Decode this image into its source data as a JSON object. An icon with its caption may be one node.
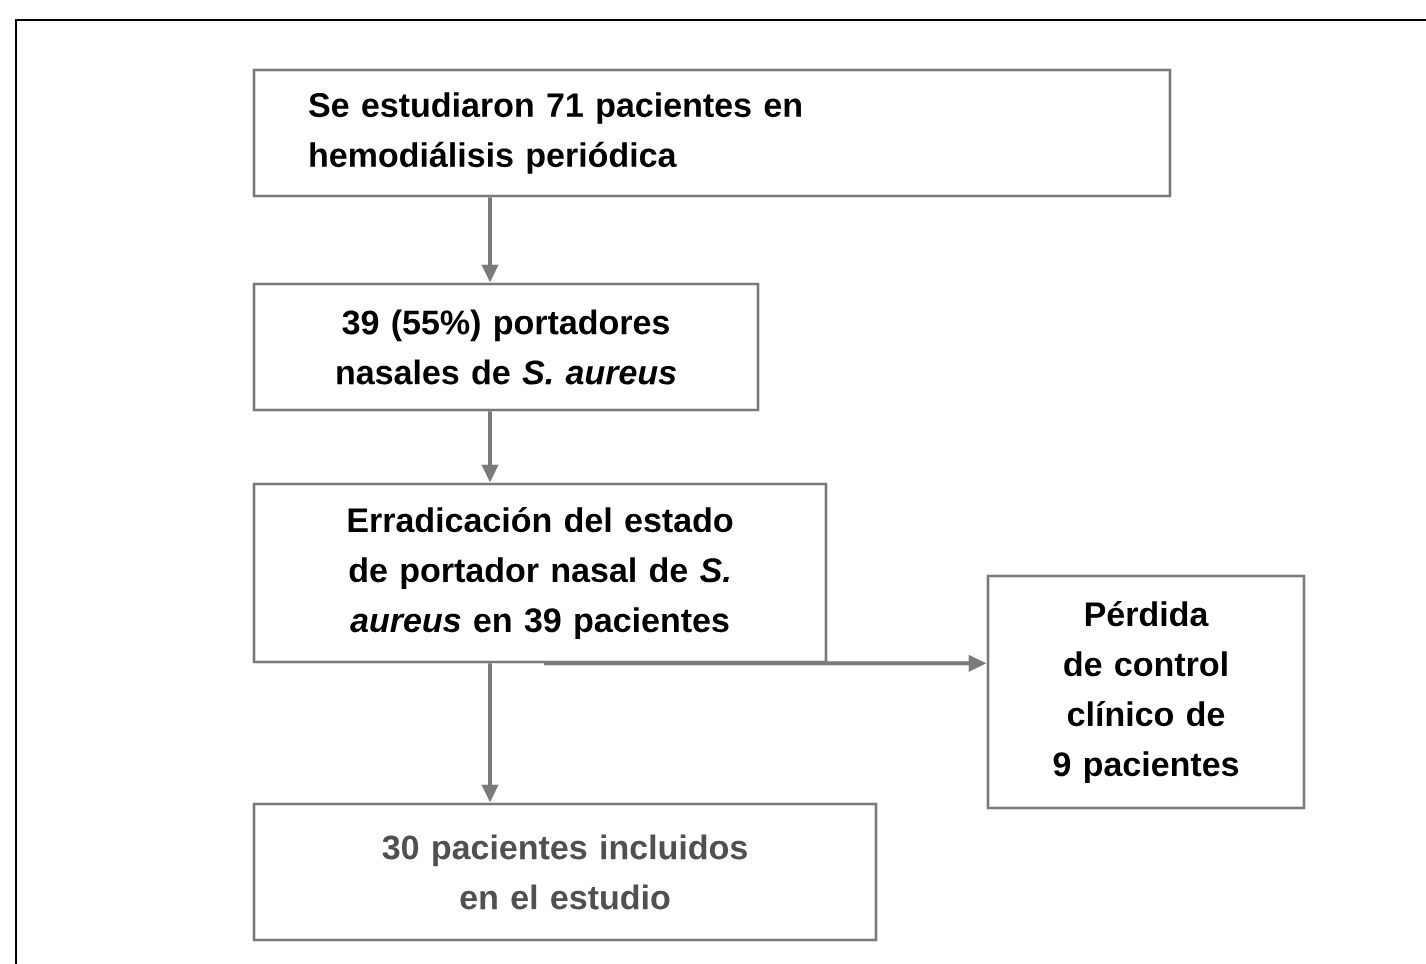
{
  "diagram": {
    "nodes": [
      {
        "text": [
          "Se estudiaron 71 pacientes en hemodiálisis periódica"
        ]
      },
      {
        "text": [
          "39 (55%) portadores nasales de *S. aureus*"
        ]
      },
      {
        "text": [
          "Erradicación del estado de portador nasal de *S. aureus* en 39 pacientes"
        ]
      },
      {
        "text": [
          "Pérdida de control clínico de 9 pacientes"
        ]
      },
      {
        "text": [
          "30 pacientes incluidos en el estudio"
        ]
      }
    ],
    "edges": [
      {
        "from": 0,
        "to": 1,
        "arrow": "to"
      },
      {
        "from": 1,
        "to": 2,
        "arrow": "to"
      },
      {
        "from": 2,
        "to": 3,
        "arrow": "to"
      },
      {
        "from": 2,
        "to": 4,
        "arrow": "to"
      }
    ]
  }
}
